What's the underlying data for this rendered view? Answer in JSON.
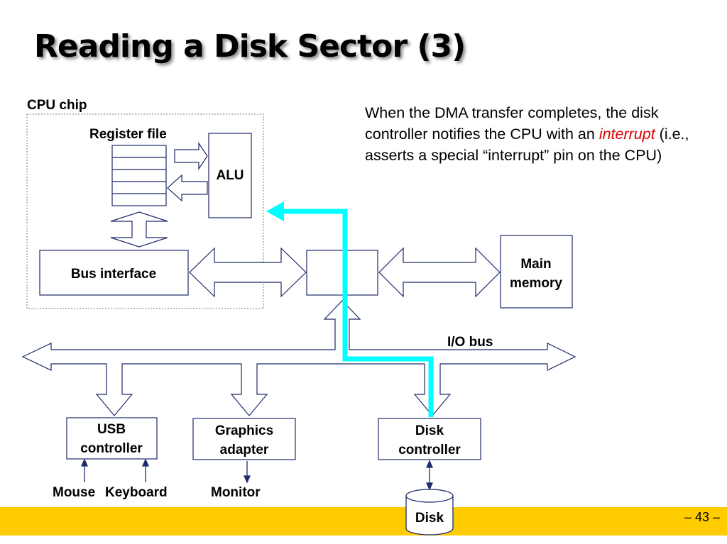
{
  "slide": {
    "title": "Reading a Disk Sector (3)",
    "description": {
      "part1": "When the DMA transfer completes, the disk controller notifies the CPU with an ",
      "emphasis": "interrupt",
      "part2": " (i.e., asserts a special “interrupt” pin on the CPU)"
    },
    "page_number": "– 43 –"
  },
  "diagram": {
    "cpu_chip": "CPU chip",
    "register_file": "Register file",
    "alu": "ALU",
    "bus_interface": "Bus interface",
    "main_memory": [
      "Main",
      "memory"
    ],
    "io_bus": "I/O bus",
    "usb_controller": [
      "USB",
      "controller"
    ],
    "graphics_adapter": [
      "Graphics",
      "adapter"
    ],
    "disk_controller": [
      "Disk",
      "controller"
    ],
    "mouse": "Mouse",
    "keyboard": "Keyboard",
    "monitor": "Monitor",
    "disk": "Disk"
  },
  "colors": {
    "interrupt_path": "#00ffff",
    "emphasis_text": "#dd0000",
    "footer_bar": "#ffcc00",
    "box_stroke": "#1f2a6b"
  }
}
